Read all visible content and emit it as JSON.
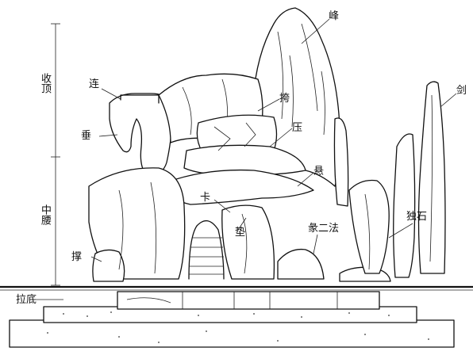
{
  "labels": {
    "feng": "峰",
    "lian": "连",
    "jian": "剑",
    "kua": "挎",
    "chui": "垂",
    "ya": "压",
    "xuan": "悬",
    "ka": "卡",
    "dian": "垫",
    "jue": "彖二法",
    "dushi": "独石",
    "cheng": "撑",
    "ladi": "拉底"
  },
  "sections": {
    "top": "收顶",
    "middle": "中腰"
  }
}
